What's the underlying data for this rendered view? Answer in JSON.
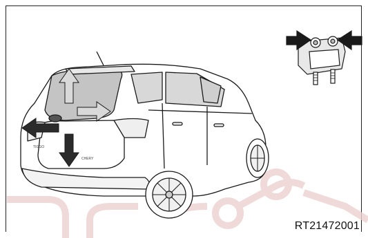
{
  "figure": {
    "code": "RT21472001",
    "car_badge_text": "TIGGO",
    "car_model_text": "CHERY",
    "colors": {
      "line": "#1a1a1a",
      "window": "#bfbfbf",
      "arrow_dark": "#2b2b2b",
      "arrow_light": "#d9d9d9",
      "watermark": "#e6c9c9"
    }
  }
}
